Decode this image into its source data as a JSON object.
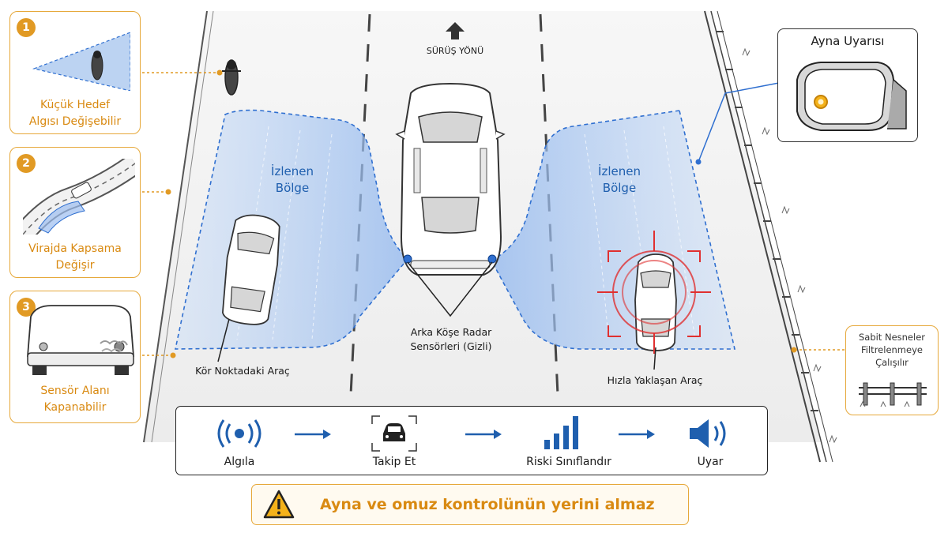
{
  "direction_label": "SÜRÜŞ YÖNÜ",
  "zones": {
    "left": "İzlenen\nBölge",
    "right": "İzlenen\nBölge"
  },
  "callouts": {
    "blind_spot_car": "Kör Noktadaki Araç",
    "radar_sensors": "Arka Köşe Radar\nSensörleri (Gizli)",
    "approaching_car": "Hızla Yaklaşan Araç"
  },
  "limitations": [
    {
      "number": "1",
      "label": "Küçük Hedef\nAlgısı Değişebilir"
    },
    {
      "number": "2",
      "label": "Virajda Kapsama\nDeğişir"
    },
    {
      "number": "3",
      "label": "Sensör Alanı\nKapanabilir"
    }
  ],
  "mirror_alert": {
    "title": "Ayna Uyarısı"
  },
  "static_objects": {
    "label": "Sabit Nesneler\nFiltrelenmeye\nÇalışılır"
  },
  "process_steps": [
    {
      "label": "Algıla",
      "icon": "radar-waves-icon"
    },
    {
      "label": "Takip Et",
      "icon": "car-tracking-icon"
    },
    {
      "label": "Riski Sınıflandır",
      "icon": "signal-bars-icon"
    },
    {
      "label": "Uyar",
      "icon": "speaker-icon"
    }
  ],
  "warning": {
    "text": "Ayna ve omuz kontrolünün yerini almaz",
    "icon": "warning-triangle-icon"
  },
  "colors": {
    "zone_blue": "#2f6fd0",
    "accent_orange": "#e19a24",
    "target_red": "#e03030"
  }
}
